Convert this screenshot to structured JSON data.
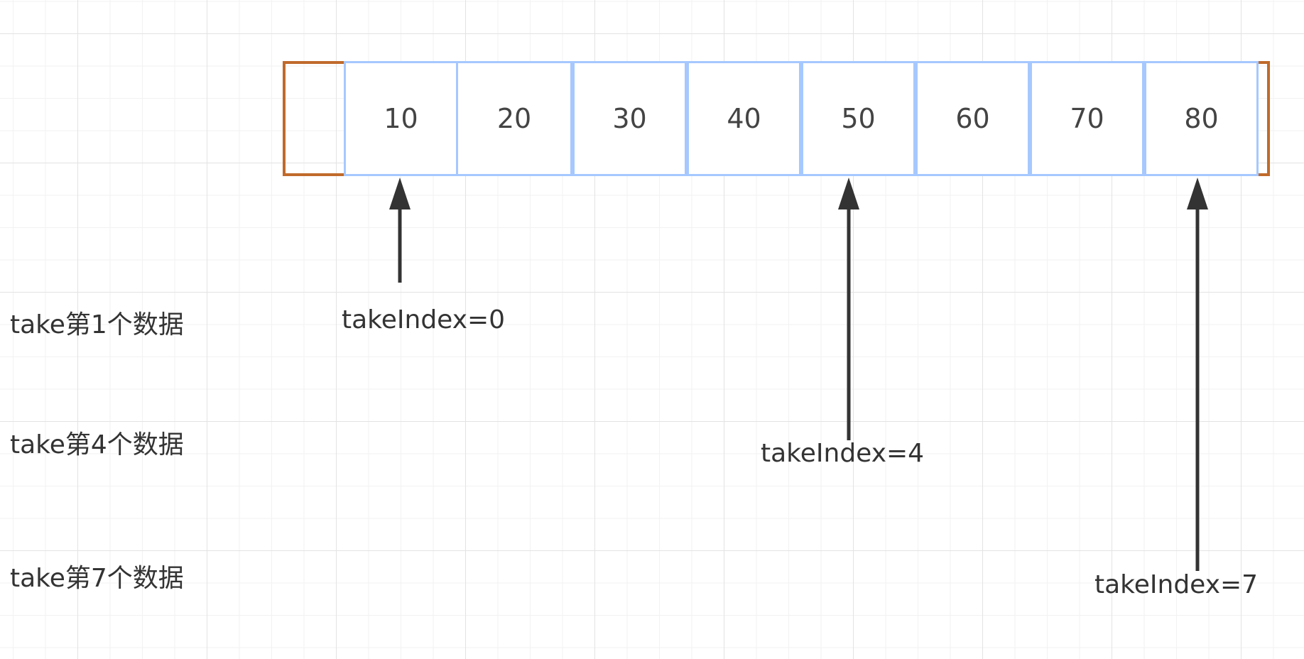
{
  "array": {
    "cells": [
      "10",
      "20",
      "30",
      "40",
      "50",
      "60",
      "70",
      "80"
    ]
  },
  "steps": [
    {
      "label": "take第1个数据",
      "index_label": "takeIndex=0",
      "index": 0
    },
    {
      "label": "take第4个数据",
      "index_label": "takeIndex=4",
      "index": 4
    },
    {
      "label": "take第7个数据",
      "index_label": "takeIndex=7",
      "index": 7
    }
  ],
  "colors": {
    "frame": "#c06a2b",
    "cell_border": "#a6c8ff",
    "arrow": "#333333",
    "text": "#333333"
  }
}
